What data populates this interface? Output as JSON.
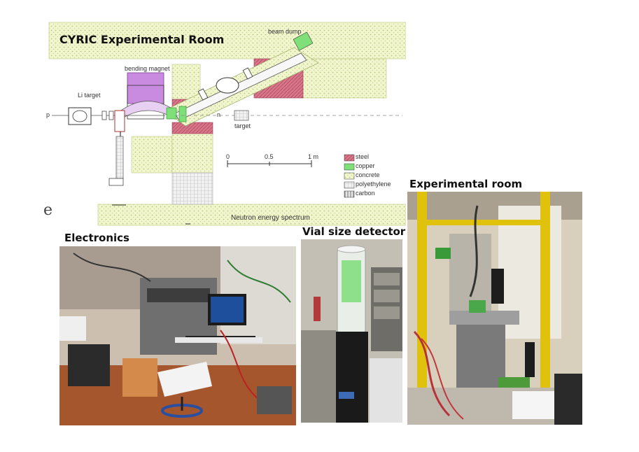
{
  "diagram": {
    "title": "CYRIC Experimental Room",
    "labels": {
      "beam_dump": "beam dump",
      "bending_magnet": "bending magnet",
      "li_target": "Li target",
      "p": "p",
      "n": "n",
      "target": "target",
      "scale_0": "0",
      "scale_05": "0.5",
      "scale_1m": "1 m",
      "bottom_caption": "Neutron energy spectrum",
      "fragment": "e"
    },
    "legend": [
      {
        "label": "steel",
        "color": "#d9778a"
      },
      {
        "label": "copper",
        "color": "#7fe07a"
      },
      {
        "label": "concrete",
        "color": "#f3f7c8"
      },
      {
        "label": "polyethylene",
        "color": "#e6e6e6"
      },
      {
        "label": "carbon",
        "color": "#9a9a9a"
      }
    ],
    "colors": {
      "concrete": "#eef4c4",
      "steel": "#d9778a",
      "magnet": "#c88be0",
      "copper": "#7fe07a"
    }
  },
  "photos": {
    "electronics": {
      "label": "Electronics"
    },
    "vial": {
      "label": "Vial size detector"
    },
    "room": {
      "label": "Experimental room"
    }
  }
}
